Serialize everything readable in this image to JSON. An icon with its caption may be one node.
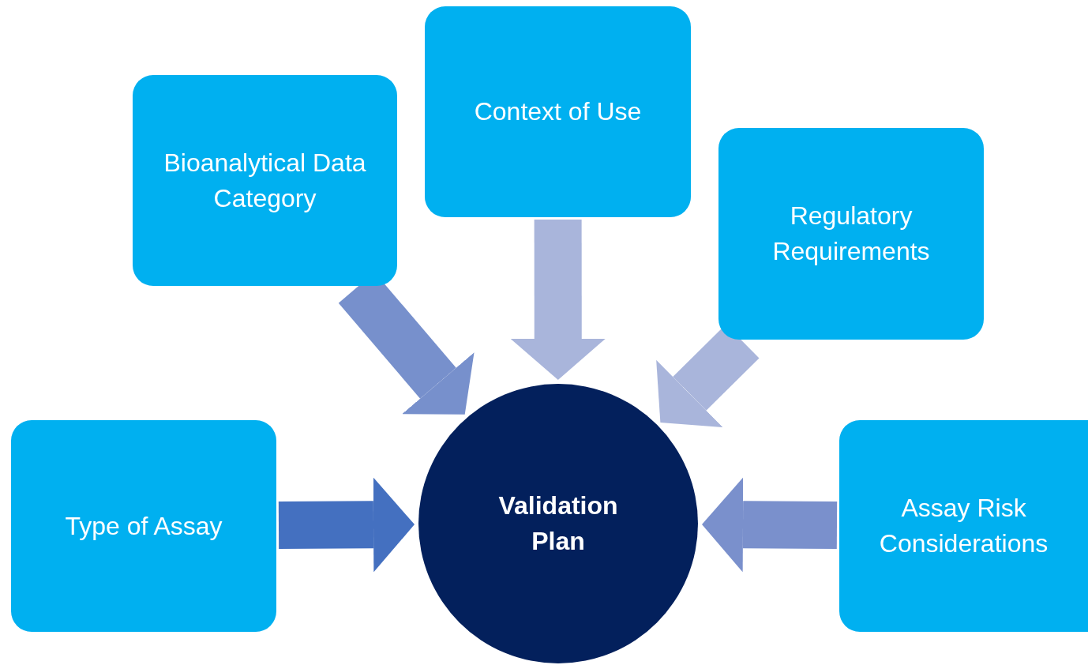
{
  "diagram": {
    "nodes": [
      {
        "text": [
          "Context of Use"
        ]
      },
      {
        "text": [
          "Bioanalytical Data Category"
        ]
      },
      {
        "text": [
          "Regulatory Requirements"
        ]
      },
      {
        "text": [
          "Type of Assay"
        ]
      },
      {
        "text": [
          "Validation Plan"
        ]
      },
      {
        "text": [
          "Assay Risk Considerations"
        ]
      }
    ],
    "edges": [
      {
        "from": 0,
        "to": 4,
        "arrow": "to",
        "color": "#a9b5db"
      },
      {
        "from": 1,
        "to": 4,
        "arrow": "to",
        "color": "#7790cc"
      },
      {
        "from": 2,
        "to": 4,
        "arrow": "to",
        "color": "#a9b5db"
      },
      {
        "from": 3,
        "to": 4,
        "arrow": "to",
        "color": "#4470c0"
      },
      {
        "from": 5,
        "to": 4,
        "arrow": "to",
        "color": "#7a90cc"
      }
    ]
  }
}
